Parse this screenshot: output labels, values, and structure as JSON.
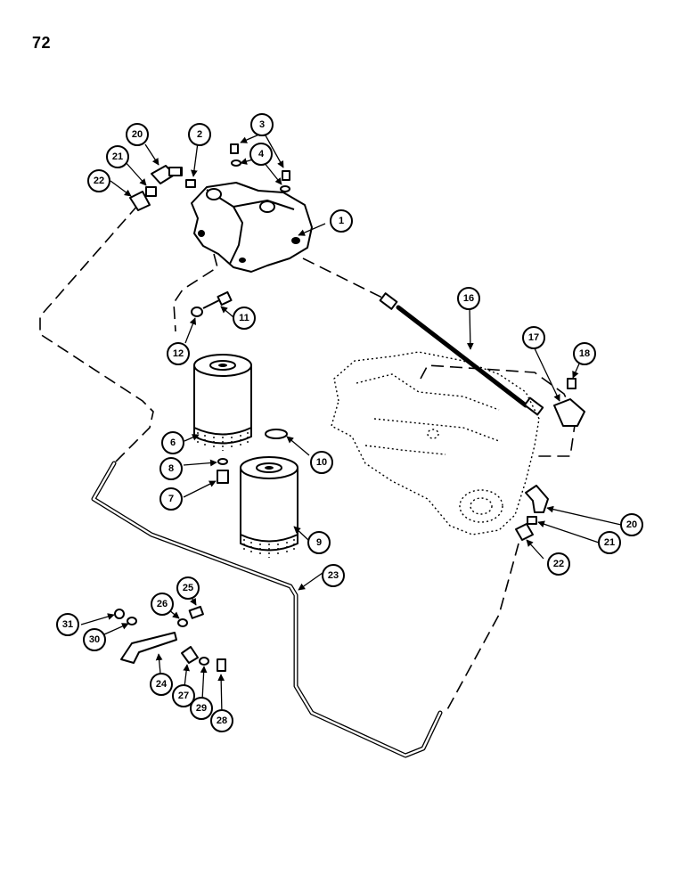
{
  "page_number": "72",
  "callouts": [
    "1",
    "2",
    "3",
    "4",
    "6",
    "7",
    "8",
    "9",
    "10",
    "11",
    "12",
    "16",
    "17",
    "18",
    "20",
    "21",
    "22",
    "20",
    "21",
    "22",
    "23",
    "24",
    "25",
    "26",
    "27",
    "28",
    "29",
    "30",
    "31"
  ]
}
